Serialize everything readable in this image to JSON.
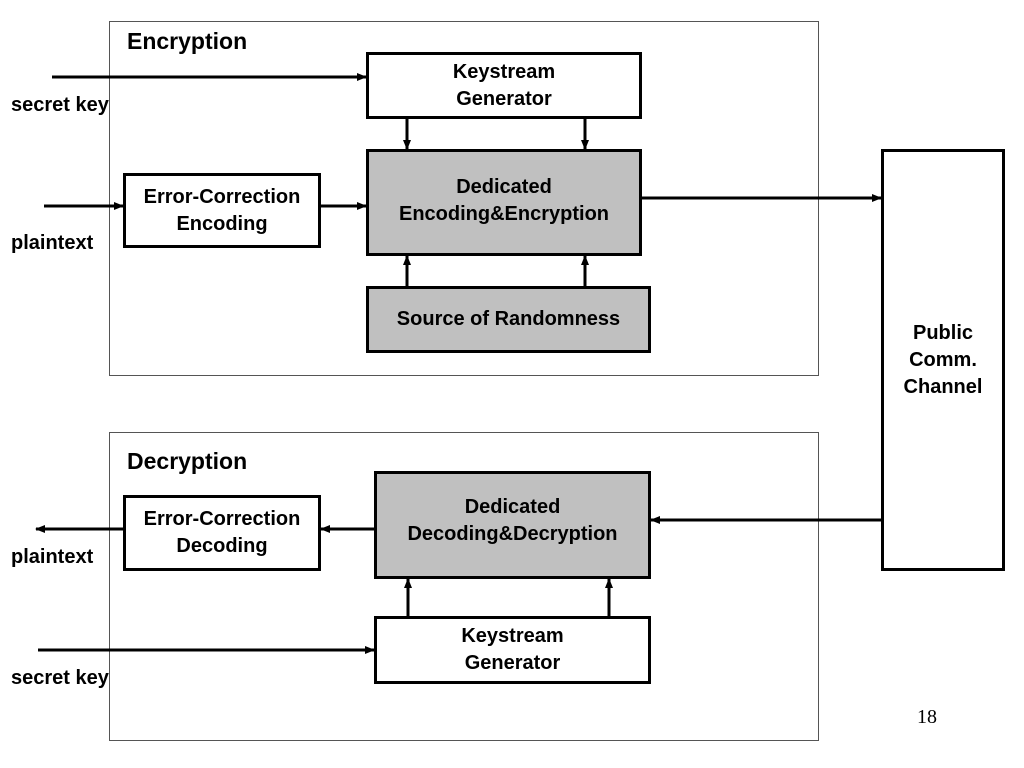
{
  "encryption": {
    "title": "Encryption",
    "keystream_line1": "Keystream",
    "keystream_line2": "Generator",
    "ecc_line1": "Error-Correction",
    "ecc_line2": "Encoding",
    "dedicated_line1": "Dedicated",
    "dedicated_line2": "Encoding&Encryption",
    "randomness": "Source of Randomness"
  },
  "decryption": {
    "title": "Decryption",
    "ecc_line1": "Error-Correction",
    "ecc_line2": "Decoding",
    "dedicated_line1": "Dedicated",
    "dedicated_line2": "Decoding&Decryption",
    "keystream_line1": "Keystream",
    "keystream_line2": "Generator"
  },
  "channel": {
    "line1": "Public",
    "line2": "Comm.",
    "line3": "Channel"
  },
  "inputs": {
    "enc_secret_key": "secret key",
    "enc_plaintext": "plaintext",
    "dec_plaintext": "plaintext",
    "dec_secret_key": "secret key"
  },
  "page_number": "18",
  "colors": {
    "shaded_block": "#c0c0c0",
    "outline": "#000000"
  }
}
